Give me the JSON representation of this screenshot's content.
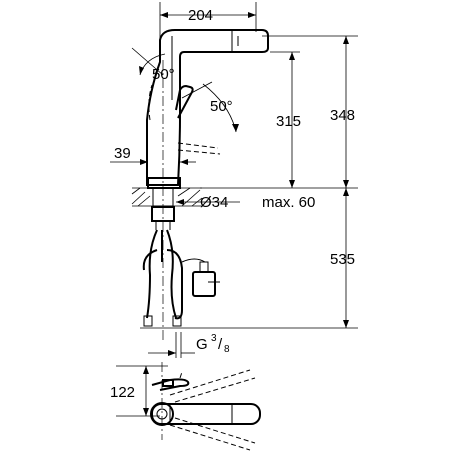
{
  "dimensions": {
    "spout_reach": "204",
    "spout_swivel_angle": "50°",
    "lever_angle": "50°",
    "spout_height": "315",
    "total_height": "348",
    "lever_offset": "39",
    "hole_diameter": "Ø34",
    "max_deck_thickness": "max. 60",
    "below_deck_length": "535",
    "connection_thread": "G",
    "thread_num": "3",
    "thread_den": "8",
    "plan_depth": "122"
  }
}
